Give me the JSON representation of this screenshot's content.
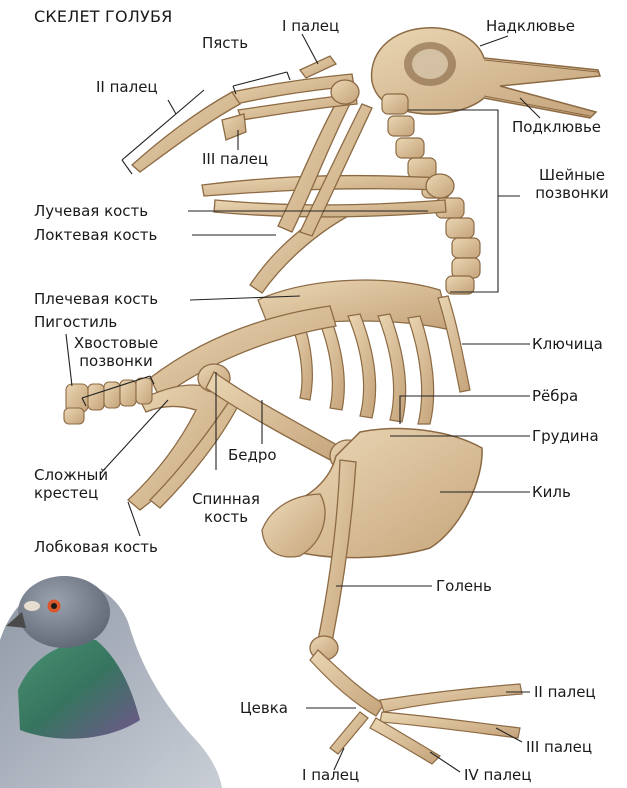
{
  "title": "СКЕЛЕТ ГОЛУБЯ",
  "labels": {
    "finger1_wing": "I палец",
    "metacarpus": "Пясть",
    "upper_beak": "Надклювье",
    "finger2_wing": "II палец",
    "finger3_wing": "III палец",
    "lower_beak": "Подклювье",
    "neck_vertebrae_1": "Шейные",
    "neck_vertebrae_2": "позвонки",
    "radius": "Лучевая кость",
    "ulna": "Локтевая кость",
    "humerus": "Плечевая кость",
    "pygostyle": "Пигостиль",
    "tail_vertebrae_1": "Хвостовые",
    "tail_vertebrae_2": "позвонки",
    "clavicle": "Ключица",
    "ribs": "Рёбра",
    "sternum": "Грудина",
    "femur": "Бедро",
    "synsacrum_1": "Сложный",
    "synsacrum_2": "крестец",
    "dorsal_bone_1": "Спинная",
    "dorsal_bone_2": "кость",
    "keel": "Киль",
    "pubis": "Лобковая кость",
    "tibia": "Голень",
    "tarsus": "Цевка",
    "toe2": "II палец",
    "toe3": "III палец",
    "toe1": "I палец",
    "toe4": "IV палец"
  },
  "colors": {
    "bone": "#d9bf97",
    "bone_shadow": "#b8966a",
    "bone_dark": "#8c6a44",
    "pigeon_head": "#7d8592",
    "pigeon_neck_green": "#2f7a5c",
    "pigeon_neck_purple": "#6a4a86",
    "eye": "#d9572b"
  }
}
